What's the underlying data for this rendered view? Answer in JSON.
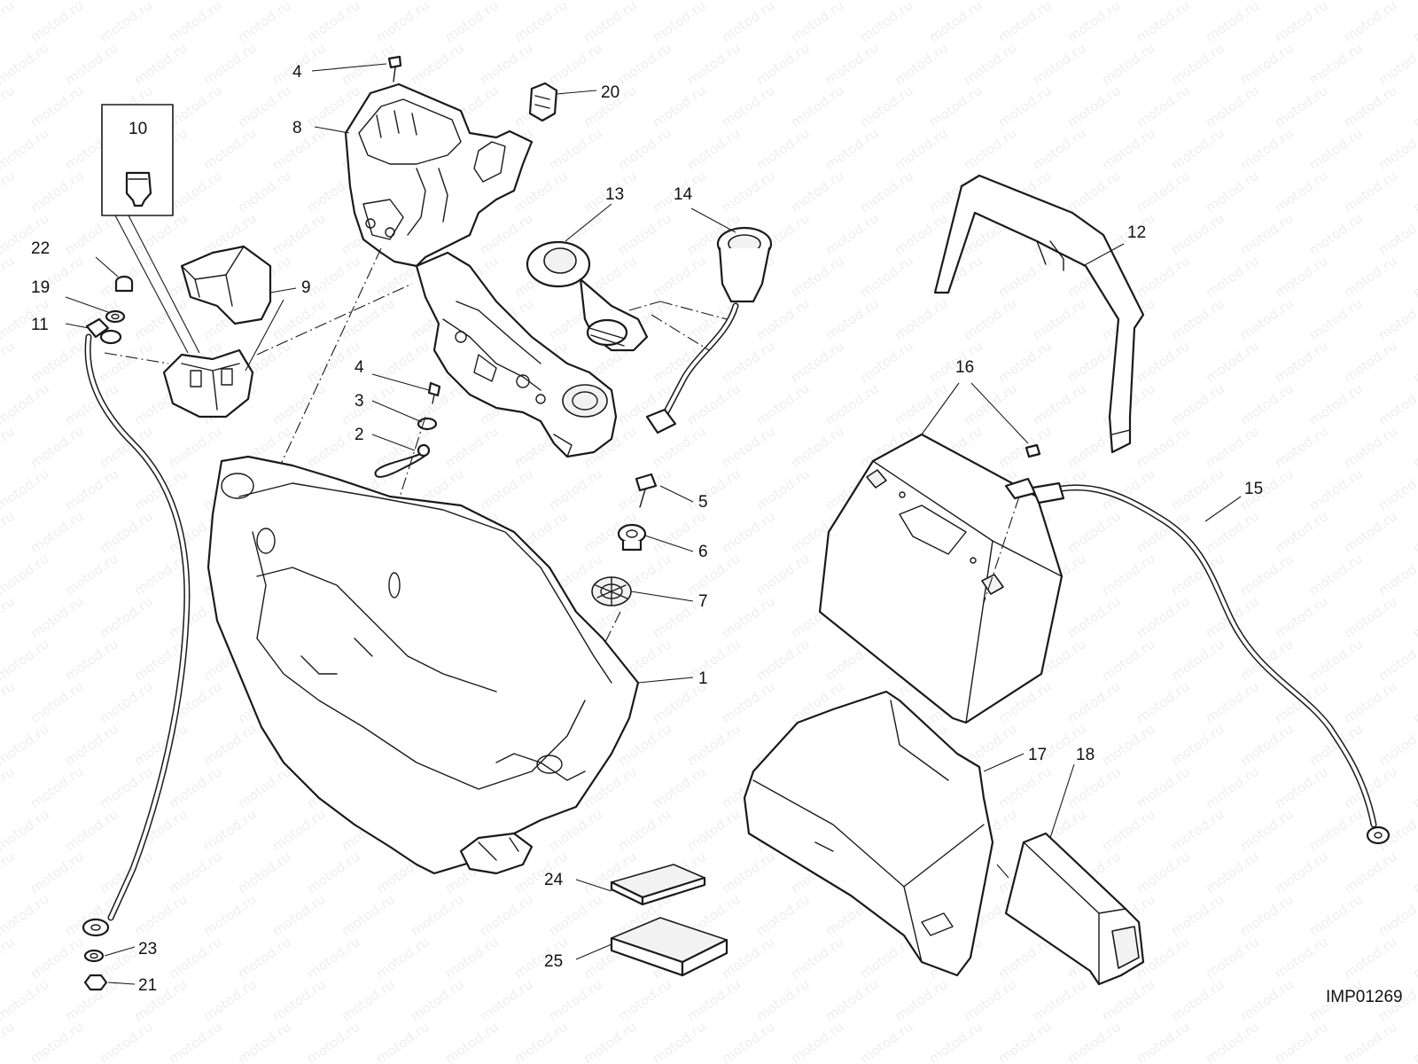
{
  "diagram": {
    "image_code": "IMP01269",
    "watermark_text": "motod.ru",
    "line_color": "#1a1a1a",
    "background": "#ffffff"
  },
  "callouts": [
    {
      "id": "c4a",
      "label": "4"
    },
    {
      "id": "c8",
      "label": "8"
    },
    {
      "id": "c20",
      "label": "20"
    },
    {
      "id": "c10",
      "label": "10"
    },
    {
      "id": "c22",
      "label": "22"
    },
    {
      "id": "c19",
      "label": "19"
    },
    {
      "id": "c11",
      "label": "11"
    },
    {
      "id": "c9",
      "label": "9"
    },
    {
      "id": "c13",
      "label": "13"
    },
    {
      "id": "c14",
      "label": "14"
    },
    {
      "id": "c4b",
      "label": "4"
    },
    {
      "id": "c3",
      "label": "3"
    },
    {
      "id": "c2",
      "label": "2"
    },
    {
      "id": "c5",
      "label": "5"
    },
    {
      "id": "c6",
      "label": "6"
    },
    {
      "id": "c7",
      "label": "7"
    },
    {
      "id": "c1",
      "label": "1"
    },
    {
      "id": "c12",
      "label": "12"
    },
    {
      "id": "c16",
      "label": "16"
    },
    {
      "id": "c15",
      "label": "15"
    },
    {
      "id": "c17",
      "label": "17"
    },
    {
      "id": "c18",
      "label": "18"
    },
    {
      "id": "c24",
      "label": "24"
    },
    {
      "id": "c25",
      "label": "25"
    },
    {
      "id": "c23",
      "label": "23"
    },
    {
      "id": "c21",
      "label": "21"
    }
  ]
}
